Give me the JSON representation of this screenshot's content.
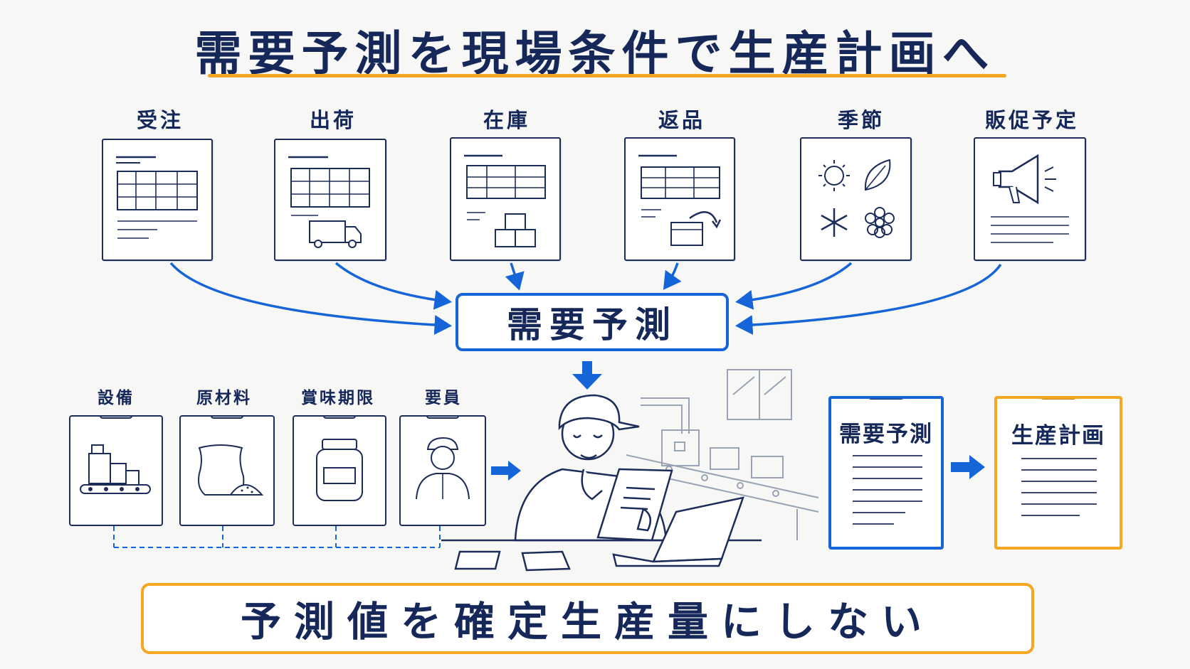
{
  "title": "需要予測を現場条件で生産計画へ",
  "sources": [
    {
      "label": "受注",
      "icon": "table-icon"
    },
    {
      "label": "出荷",
      "icon": "truck-icon"
    },
    {
      "label": "在庫",
      "icon": "boxes-icon"
    },
    {
      "label": "返品",
      "icon": "return-box-icon"
    },
    {
      "label": "季節",
      "icon": "season-icons"
    },
    {
      "label": "販促予定",
      "icon": "megaphone-icon"
    }
  ],
  "demand_box": {
    "label": "需要予測"
  },
  "conditions": [
    {
      "label": "設備",
      "icon": "machine-icon"
    },
    {
      "label": "原材料",
      "icon": "flour-sack-icon"
    },
    {
      "label": "賞味期限",
      "icon": "jar-icon"
    },
    {
      "label": "要員",
      "icon": "worker-icon"
    }
  ],
  "boards": {
    "forecast": {
      "title": "需要予測",
      "accent": "#1565d8"
    },
    "plan": {
      "title": "生産計画",
      "accent": "#f5a623"
    }
  },
  "bottom_message": "予測値を確定生産量にしない",
  "colors": {
    "navy": "#16285a",
    "blue": "#1565d8",
    "orange": "#f5a623"
  }
}
